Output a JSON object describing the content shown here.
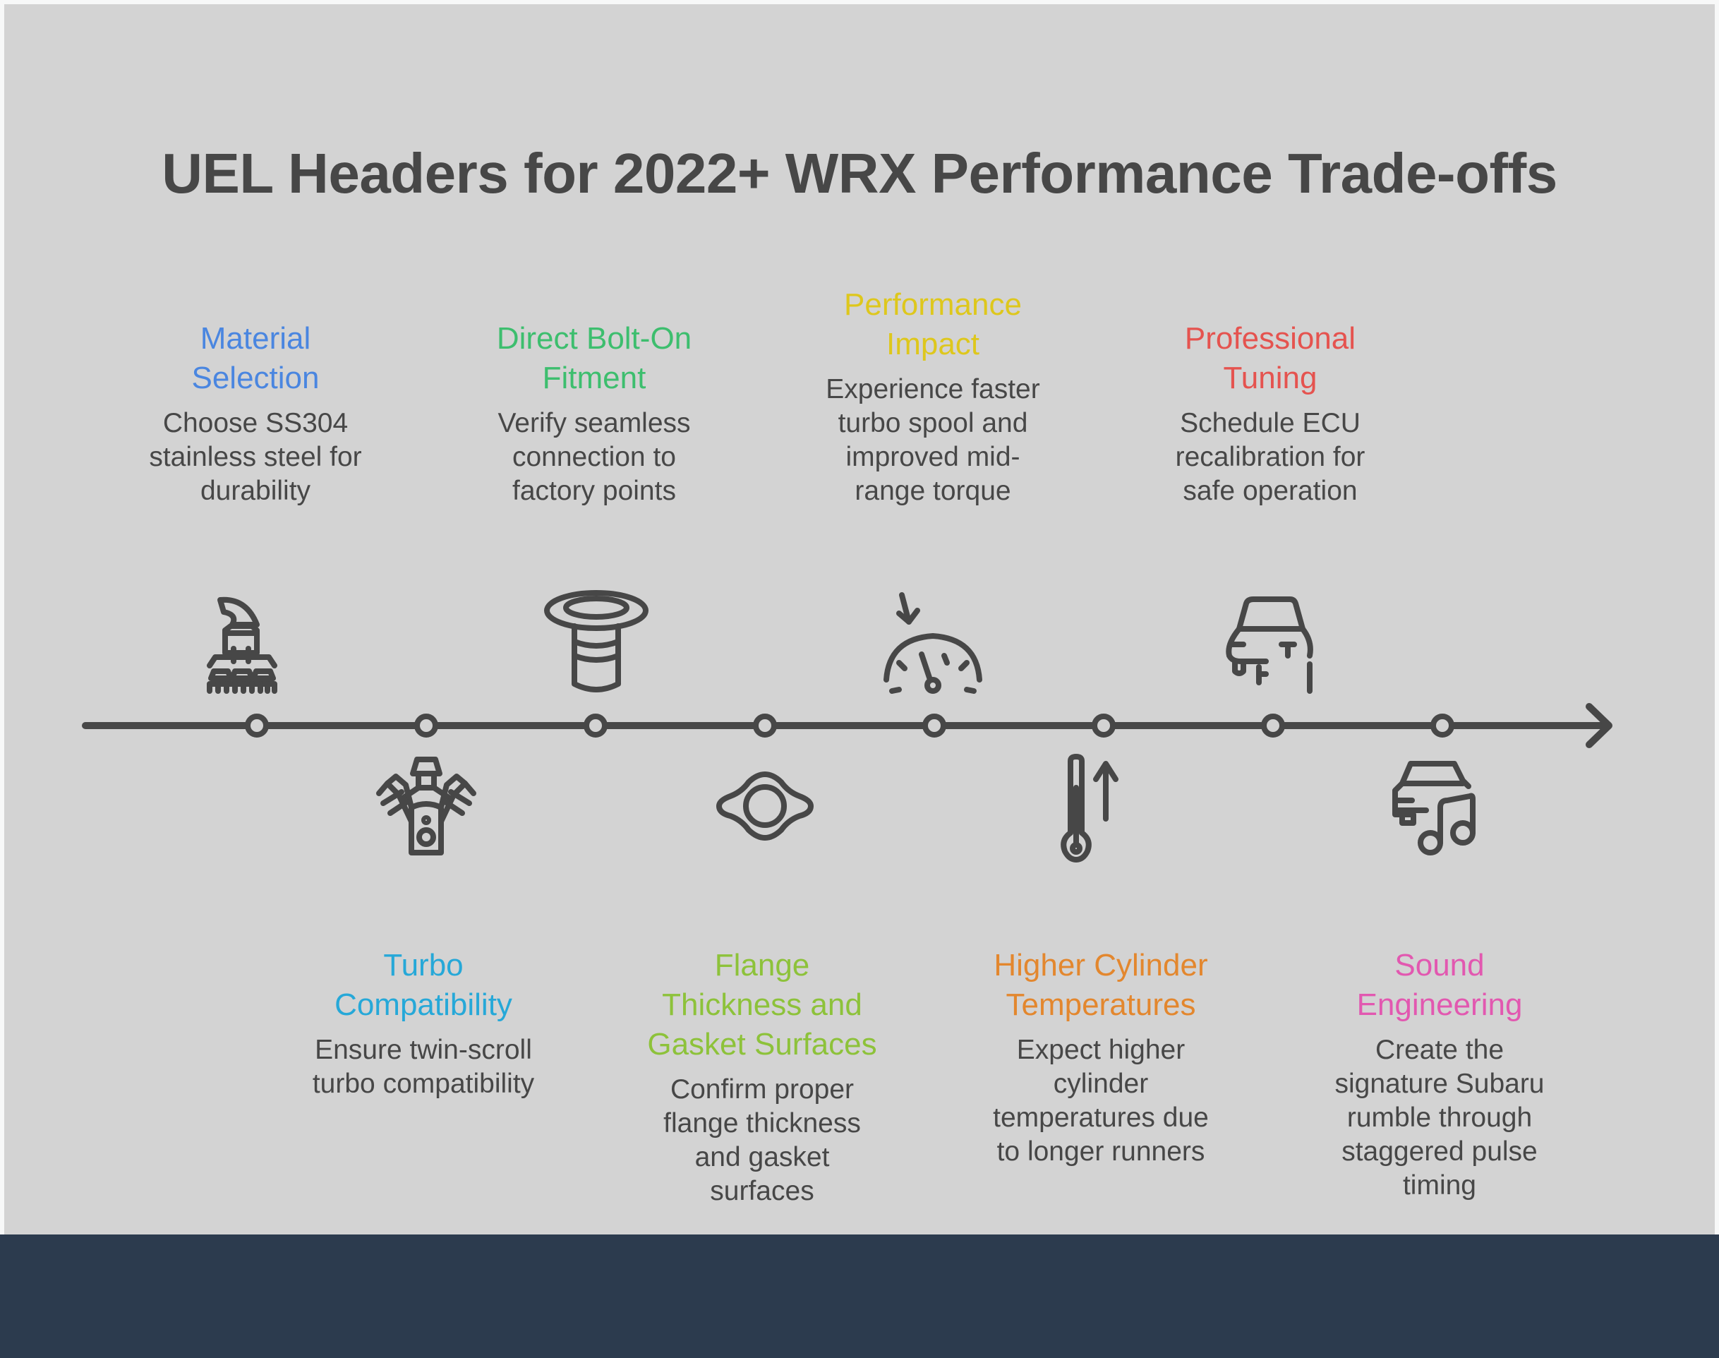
{
  "title": "UEL Headers for 2022+ WRX Performance Trade-offs",
  "colors": {
    "panel_background": "#D3D3D3",
    "footer_bar": "#2C3B4E",
    "text_dark": "#474747",
    "timeline": "#474747"
  },
  "timeline": {
    "nodes": 8,
    "direction": "left-to-right arrow"
  },
  "items": [
    {
      "position": "top",
      "heading": "Material Selection",
      "heading_lines": [
        "Material",
        "Selection"
      ],
      "body": "Choose SS304 stainless steel for durability",
      "body_lines": [
        "Choose SS304",
        "stainless steel for",
        "durability"
      ],
      "color": "#4A86E0",
      "icon": "manufacturing-machine-icon"
    },
    {
      "position": "bottom",
      "heading": "Turbo Compatibility",
      "heading_lines": [
        "Turbo",
        "Compatibility"
      ],
      "body": "Ensure twin-scroll turbo compatibility",
      "body_lines": [
        "Ensure twin-scroll",
        "turbo compatibility"
      ],
      "color": "#26A8D8",
      "icon": "engine-icon"
    },
    {
      "position": "top",
      "heading": "Direct Bolt-On Fitment",
      "heading_lines": [
        "Direct Bolt-On",
        "Fitment"
      ],
      "body": "Verify seamless connection to factory points",
      "body_lines": [
        "Verify seamless",
        "connection to",
        "factory points"
      ],
      "color": "#3DBE6E",
      "icon": "flanged-pipe-icon"
    },
    {
      "position": "bottom",
      "heading": "Flange Thickness and Gasket Surfaces",
      "heading_lines": [
        "Flange",
        "Thickness and",
        "Gasket Surfaces"
      ],
      "body": "Confirm proper flange thickness and gasket surfaces",
      "body_lines": [
        "Confirm proper",
        "flange thickness",
        "and gasket",
        "surfaces"
      ],
      "color": "#8DC23A",
      "icon": "gasket-icon"
    },
    {
      "position": "top",
      "heading": "Performance Impact",
      "heading_lines": [
        "Performance",
        "Impact"
      ],
      "body": "Experience faster turbo spool and improved mid-range torque",
      "body_lines": [
        "Experience faster",
        "turbo spool and",
        "improved mid-",
        "range torque"
      ],
      "color": "#DEC71C",
      "icon": "speedometer-icon"
    },
    {
      "position": "bottom",
      "heading": "Higher Cylinder Temperatures",
      "heading_lines": [
        "Higher Cylinder",
        "Temperatures"
      ],
      "body": "Expect higher cylinder temperatures due to longer runners",
      "body_lines": [
        "Expect higher",
        "cylinder",
        "temperatures due",
        "to longer runners"
      ],
      "color": "#E3872E",
      "icon": "thermometer-rising-icon"
    },
    {
      "position": "top",
      "heading": "Professional Tuning",
      "heading_lines": [
        "Professional",
        "Tuning"
      ],
      "body": "Schedule ECU recalibration for safe operation",
      "body_lines": [
        "Schedule ECU",
        "recalibration for",
        "safe operation"
      ],
      "color": "#E5534F",
      "icon": "car-service-icon"
    },
    {
      "position": "bottom",
      "heading": "Sound Engineering",
      "heading_lines": [
        "Sound",
        "Engineering"
      ],
      "body": "Create the signature Subaru rumble through staggered pulse timing",
      "body_lines": [
        "Create the",
        "signature Subaru",
        "rumble through",
        "staggered pulse",
        "timing"
      ],
      "color": "#E258B0",
      "icon": "car-music-icon"
    }
  ]
}
